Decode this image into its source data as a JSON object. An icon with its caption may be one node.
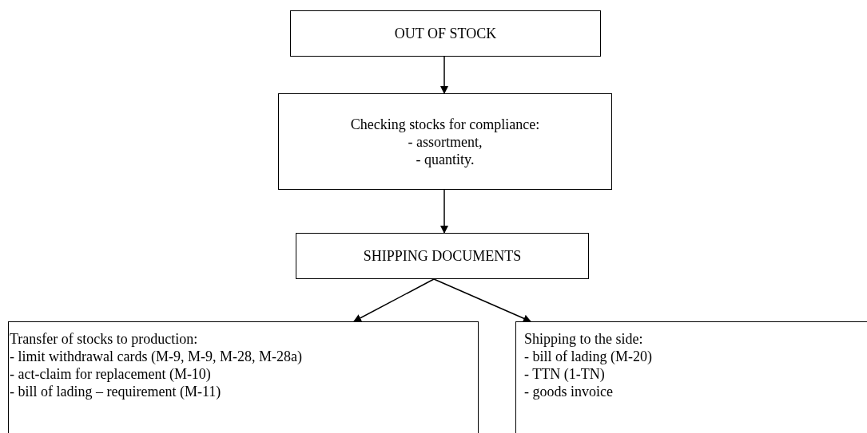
{
  "diagram": {
    "nodes": [
      {
        "text": [
          "OUT OF STOCK"
        ]
      },
      {
        "text": [
          "Checking stocks for compliance:",
          "- assortment,",
          "- quantity."
        ]
      },
      {
        "text": [
          "SHIPPING DOCUMENTS"
        ]
      },
      {
        "text": [
          "Transfer of stocks to production:",
          "- limit withdrawal cards (M-9, M-9, M-28, M-28a)",
          "- act-claim for replacement (M-10)",
          "- bill of lading – requirement (M-11)"
        ]
      },
      {
        "text": [
          "Shipping to the side:",
          "- bill of lading (M-20)",
          "- TTN (1-TN)",
          "- goods invoice"
        ]
      }
    ],
    "edges": [
      {
        "from": 0,
        "to": 1,
        "arrow": "to"
      },
      {
        "from": 1,
        "to": 2,
        "arrow": "to"
      },
      {
        "from": 2,
        "to": 3,
        "arrow": "to"
      },
      {
        "from": 2,
        "to": 4,
        "arrow": "to"
      }
    ]
  }
}
